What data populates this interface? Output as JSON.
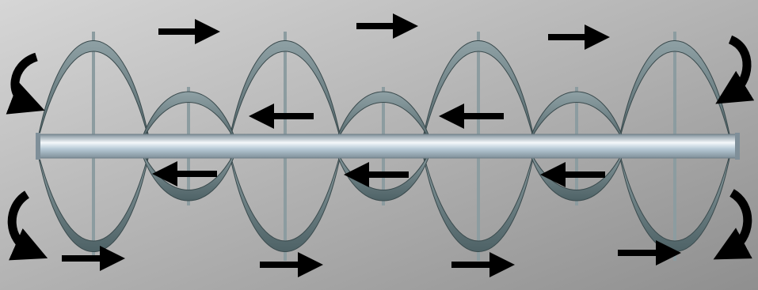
{
  "diagram": {
    "kind": "ribbon-mixer-flow",
    "description_hidden": "",
    "colors": {
      "background_light": "#d6d6d6",
      "background_dark": "#8f8f8f",
      "ribbon_light": "#8fa1a5",
      "ribbon_dark": "#4e6266",
      "ribbon_edge": "#3a4a4d",
      "shaft_light": "#f4f8fb",
      "shaft_mid": "#b9ccd8",
      "shaft_dark": "#7f8f99",
      "spoke": "#8c9ca0",
      "arrow": "#000000"
    },
    "flow": {
      "top_outer_direction": "right",
      "inner_direction": "left",
      "bottom_outer_direction": "right",
      "left_end_turn": "curved",
      "right_end_turn": "curved"
    }
  }
}
